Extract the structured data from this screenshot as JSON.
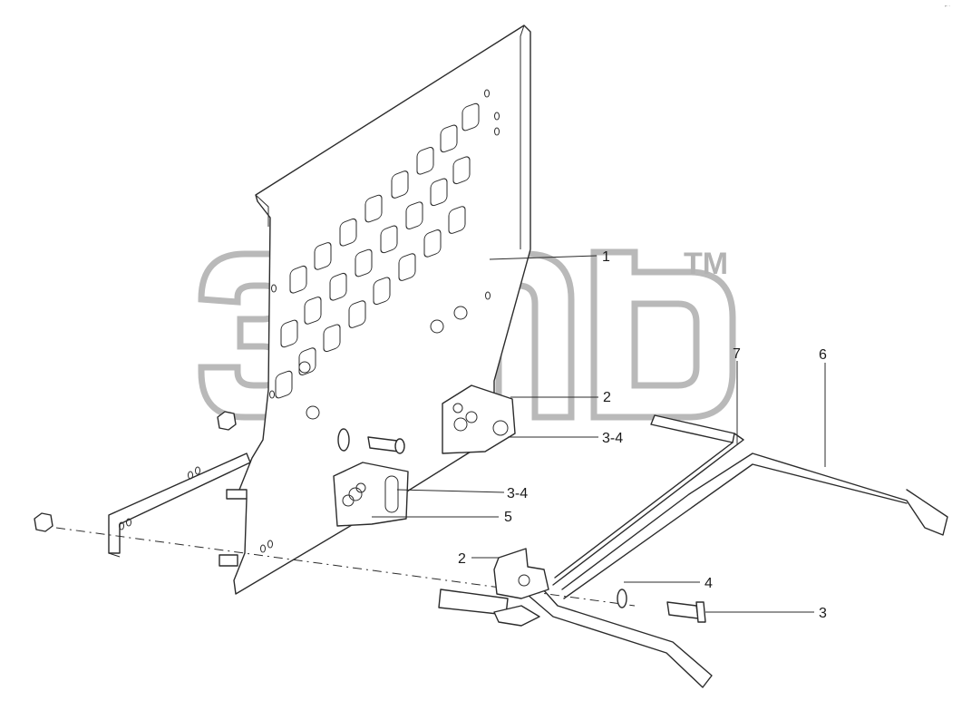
{
  "diagram": {
    "watermark": {
      "logo_text": "",
      "trademark": "TM"
    },
    "callouts": [
      {
        "id": "c1",
        "label": "1"
      },
      {
        "id": "c2a",
        "label": "2"
      },
      {
        "id": "c34a",
        "label": "3-4"
      },
      {
        "id": "c34b",
        "label": "3-4"
      },
      {
        "id": "c5",
        "label": "5"
      },
      {
        "id": "c7",
        "label": "7"
      },
      {
        "id": "c6",
        "label": "6"
      },
      {
        "id": "c2b",
        "label": "2"
      },
      {
        "id": "c4",
        "label": "4"
      },
      {
        "id": "c3",
        "label": "3"
      }
    ],
    "corner_mark": "⌐ ·"
  }
}
